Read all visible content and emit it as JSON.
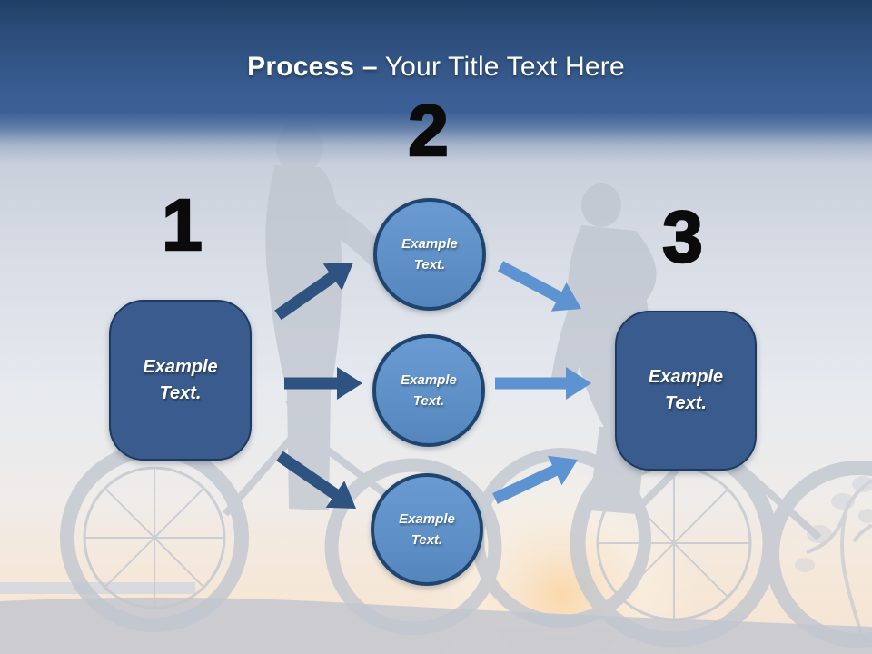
{
  "title": {
    "bold": "Process",
    "separator": "–",
    "rest": "Your Title Text Here"
  },
  "diagram": {
    "step1": {
      "number": "1",
      "label": "Example Text."
    },
    "step2": {
      "number": "2",
      "circles": [
        {
          "label": "Example Text."
        },
        {
          "label": "Example Text."
        },
        {
          "label": "Example Text."
        }
      ]
    },
    "step3": {
      "number": "3",
      "label": "Example Text."
    }
  },
  "icons": {
    "background": "faded-photo-two-mountain-bikers-at-sunset",
    "connectors": [
      "arrow-right-icon",
      "arrow-up-right-icon",
      "arrow-down-right-icon"
    ]
  },
  "colors": {
    "banner_top": "#213F66",
    "banner_bottom": "#3D6196",
    "title_text": "#FFFFFF",
    "box_fill": "#3A5B8D",
    "box_border": "#1E3A5F",
    "circle_fill": "#5F91C8",
    "circle_border": "#1F456E",
    "arrow_dark": "#2F5380",
    "arrow_light": "#5E93D1",
    "number_text": "#0B0B0B",
    "shape_label_text": "#FFFFFF"
  }
}
